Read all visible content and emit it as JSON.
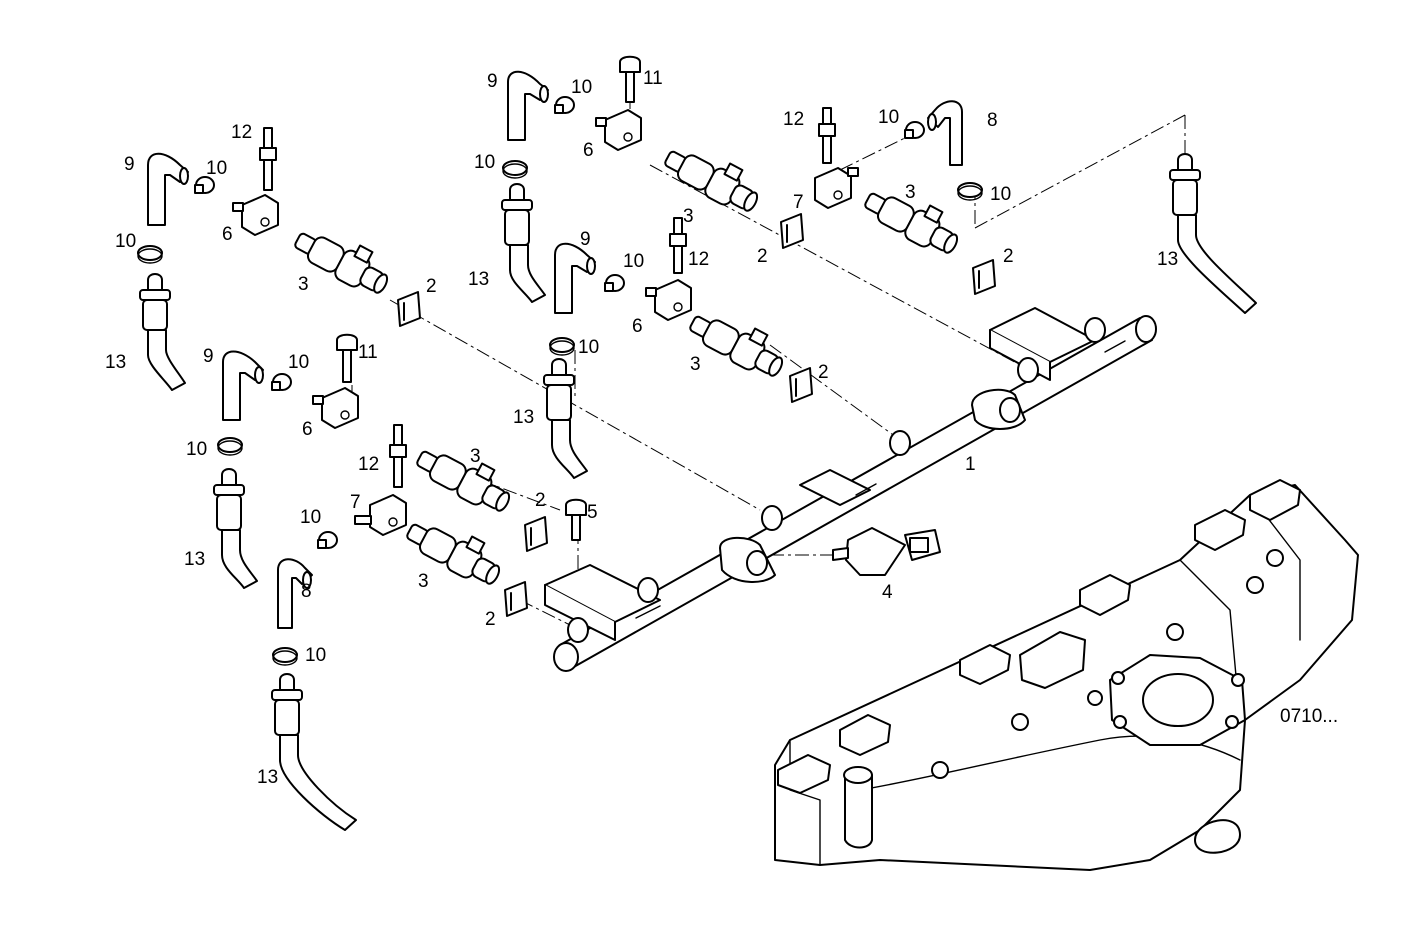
{
  "labels": {
    "l1": "1",
    "l2": "2",
    "l3": "3",
    "l4": "4",
    "l5": "5",
    "l6": "6",
    "l7": "7",
    "l8": "8",
    "l9": "9",
    "l10": "10",
    "l11": "11",
    "l12": "12",
    "l13": "13"
  },
  "drawing_ref": "0710...",
  "colors": {
    "line": "#000000",
    "background": "#ffffff"
  }
}
